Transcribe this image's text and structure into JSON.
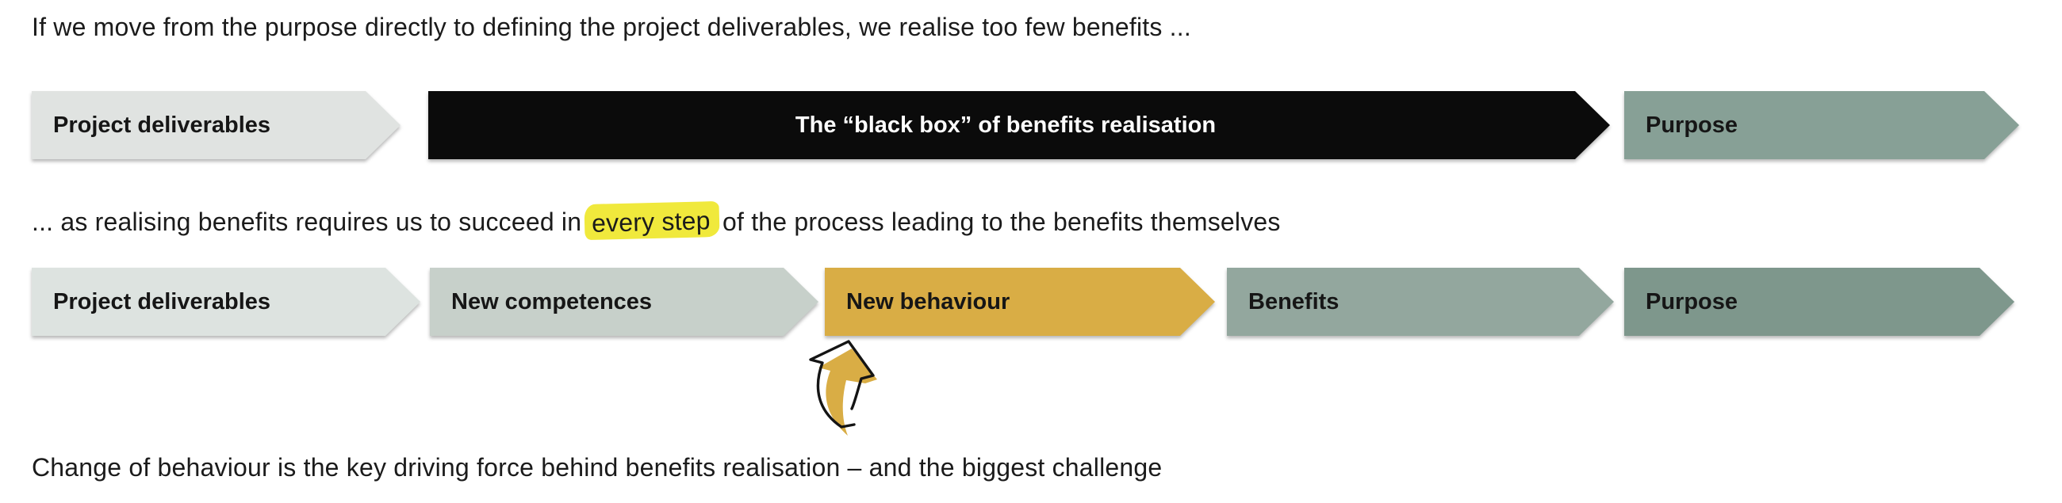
{
  "page": {
    "background": "#ffffff",
    "text_color": "#1b1b1b"
  },
  "captions": {
    "top": "If we move from the purpose directly to defining the project deliverables, we realise too few benefits ...",
    "middle_pre": "... as realising benefits requires us to succeed in ",
    "middle_highlight": "every step",
    "middle_post": " of the process leading to the benefits themselves",
    "bottom": "Change of behaviour is the key driving force behind benefits realisation – and the biggest challenge"
  },
  "row1": {
    "arrows": [
      {
        "label": "Project deliverables",
        "bg": "#e0e3e1",
        "text_color": "#161616"
      },
      {
        "label": "The “black box” of benefits realisation",
        "bg": "#0b0b0b",
        "text_color": "#ffffff"
      },
      {
        "label": "Purpose",
        "bg": "#87a096",
        "text_color": "#161616"
      }
    ]
  },
  "row2": {
    "arrows": [
      {
        "label": "Project deliverables",
        "bg": "#dde3e0",
        "text_color": "#161616"
      },
      {
        "label": "New competences",
        "bg": "#c7d0ca",
        "text_color": "#161616"
      },
      {
        "label": "New behaviour",
        "bg": "#d9ad45",
        "text_color": "#161616"
      },
      {
        "label": "Benefits",
        "bg": "#93a79e",
        "text_color": "#161616"
      },
      {
        "label": "Purpose",
        "bg": "#7e978c",
        "text_color": "#161616"
      }
    ]
  },
  "annotations": {
    "highlight_color": "#f0e93c",
    "hand_arrow_fill": "#d9ad45",
    "hand_arrow_stroke": "#141414"
  }
}
